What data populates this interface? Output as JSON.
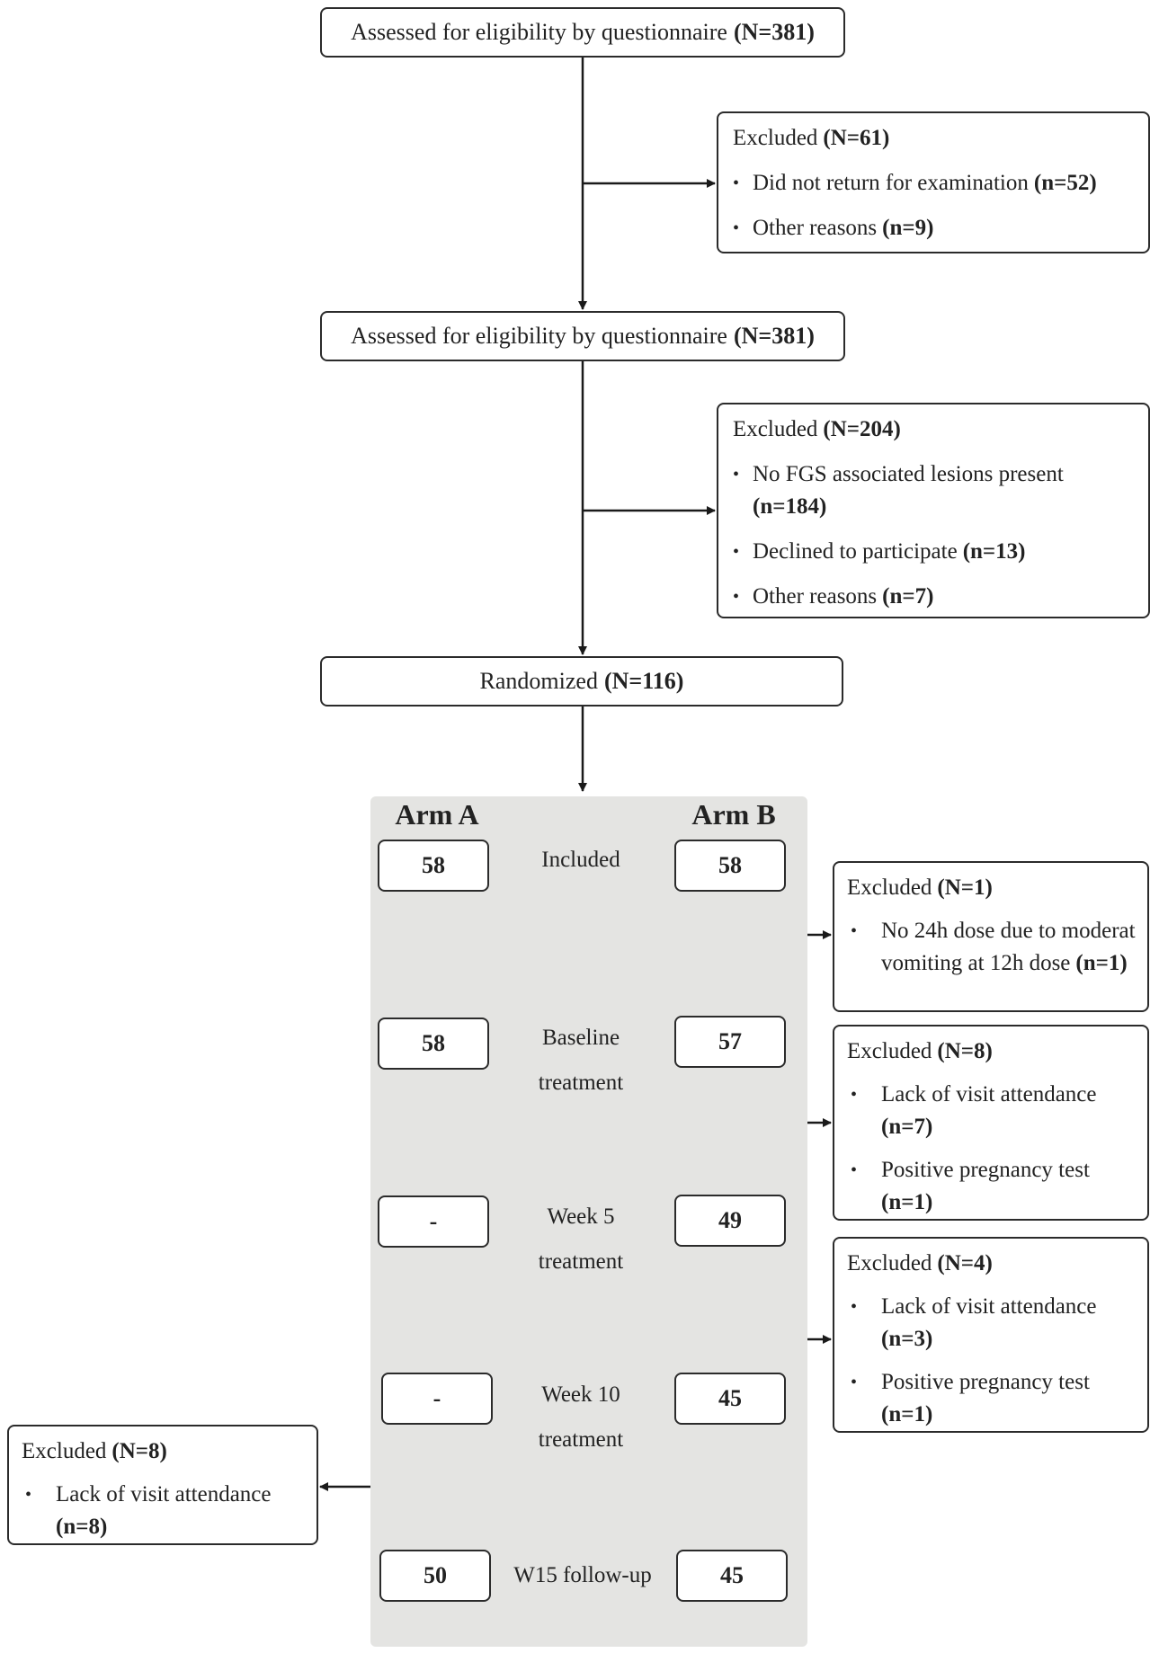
{
  "flow": {
    "step1": {
      "label": "Assessed for eligibility by questionnaire",
      "count": "(N=381)"
    },
    "excluded1": {
      "title": "Excluded",
      "title_count": "(N=61)",
      "items": [
        {
          "text": "Did not return for examination",
          "count": "(n=52)"
        },
        {
          "text": "Other reasons",
          "count": "(n=9)"
        }
      ]
    },
    "step2": {
      "label": "Assessed for eligibility by questionnaire",
      "count": "(N=381)"
    },
    "excluded2": {
      "title": "Excluded",
      "title_count": "(N=204)",
      "items": [
        {
          "text": "No FGS associated lesions present",
          "count": "(n=184)"
        },
        {
          "text": "Declined to participate",
          "count": "(n=13)"
        },
        {
          "text": "Other reasons",
          "count": "(n=7)"
        }
      ]
    },
    "step3": {
      "label": "Randomized",
      "count": "(N=116)"
    }
  },
  "arms": {
    "arm_a": {
      "header": "Arm A",
      "counts": {
        "included": "58",
        "baseline": "58",
        "week5": "-",
        "week10": "-",
        "w15": "50"
      },
      "excluded": {
        "title": "Excluded",
        "title_count": "(N=8)",
        "items": [
          {
            "text": "Lack of visit attendance",
            "count": "(n=8)"
          }
        ]
      }
    },
    "arm_b": {
      "header": "Arm B",
      "counts": {
        "included": "58",
        "baseline": "57",
        "week5": "49",
        "week10": "45",
        "w15": "45"
      },
      "excluded_1": {
        "title": "Excluded",
        "title_count": "(N=1)",
        "items": [
          {
            "text": "No 24h dose due to moderat vomiting at 12h dose",
            "count": "(n=1)"
          }
        ]
      },
      "excluded_2": {
        "title": "Excluded",
        "title_count": "(N=8)",
        "items": [
          {
            "text": "Lack of visit attendance",
            "count": "(n=7)"
          },
          {
            "text": "Positive pregnancy test",
            "count": "(n=1)"
          }
        ]
      },
      "excluded_3": {
        "title": "Excluded",
        "title_count": "(N=4)",
        "items": [
          {
            "text": "Lack of visit attendance",
            "count": "(n=3)"
          },
          {
            "text": "Positive pregnancy test",
            "count": "(n=1)"
          }
        ]
      }
    }
  },
  "stages": {
    "included": "Included",
    "baseline_line1": "Baseline",
    "baseline_line2": "treatment",
    "week5_line1": "Week 5",
    "week5_line2": "treatment",
    "week10_line1": "Week 10",
    "week10_line2": "treatment",
    "w15": "W15 follow-up"
  },
  "colors": {
    "line": "#1a1a1a",
    "panel": "#e4e4e2",
    "border": "#2b2b2b"
  }
}
